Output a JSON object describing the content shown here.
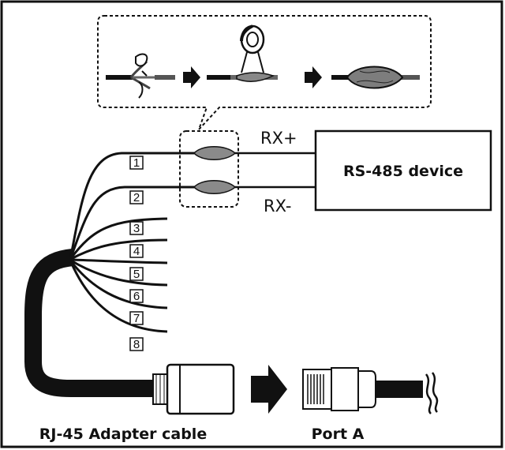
{
  "labels": {
    "rx_plus": "RX+",
    "rx_minus": "RX-",
    "device": "RS-485 device",
    "adapter_cable": "RJ-45 Adapter cable",
    "port": "Port A"
  },
  "wire_numbers": [
    "1",
    "2",
    "3",
    "4",
    "5",
    "6",
    "7",
    "8"
  ],
  "icons": {
    "step1": "wire-strip-twist-icon",
    "step2": "tape-wrap-icon",
    "step3": "insulated-splice-icon",
    "arrow": "arrow-right-icon"
  },
  "colors": {
    "line": "#111111",
    "splice_fill": "#8a8a8a",
    "background": "#ffffff"
  }
}
